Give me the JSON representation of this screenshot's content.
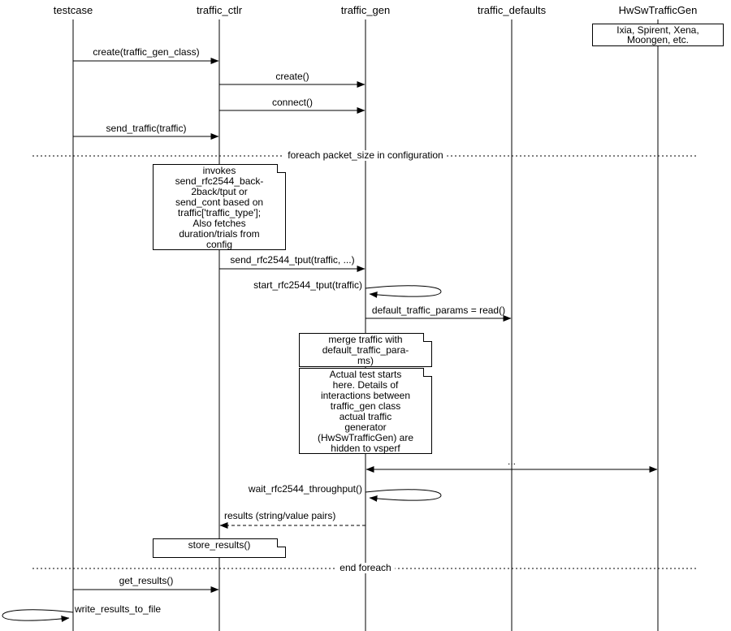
{
  "diagram": {
    "actors": [
      {
        "name": "testcase"
      },
      {
        "name": "traffic_ctlr"
      },
      {
        "name": "traffic_gen"
      },
      {
        "name": "traffic_defaults"
      },
      {
        "name": "HwSwTrafficGen"
      }
    ],
    "hw_impl_note": "Ixia, Spirent, Xena,\nMoongen, etc.",
    "messages": {
      "create_gen_class": "create(traffic_gen_class)",
      "create": "create()",
      "connect": "connect()",
      "send_traffic": "send_traffic(traffic)",
      "send_rfc2544_tput": "send_rfc2544_tput(traffic, ...)",
      "start_rfc2544_tput": "start_rfc2544_tput(traffic)",
      "default_traffic_params": "default_traffic_params = read()",
      "hidden_interactions": "...",
      "wait_rfc2544_throughput": "wait_rfc2544_throughput()",
      "results": "results (string/value pairs)",
      "get_results": "get_results()",
      "write_results_to_file": "write_results_to_file"
    },
    "dividers": {
      "foreach_start": "foreach packet_size in configuration",
      "foreach_end": "end foreach"
    },
    "notes": {
      "invokes": "invokes\nsend_rfc2544_back-\n2back/tput or\nsend_cont based on\ntraffic['traffic_type'];\nAlso fetches\nduration/trials from\nconfig",
      "merge": "merge traffic with\ndefault_traffic_para-\nms)",
      "actual_test": "Actual test starts\nhere. Details of\ninteractions between\ntraffic_gen class\nactual traffic\ngenerator\n(HwSwTrafficGen) are\nhidden to vsperf",
      "store_results": "store_results()"
    }
  }
}
